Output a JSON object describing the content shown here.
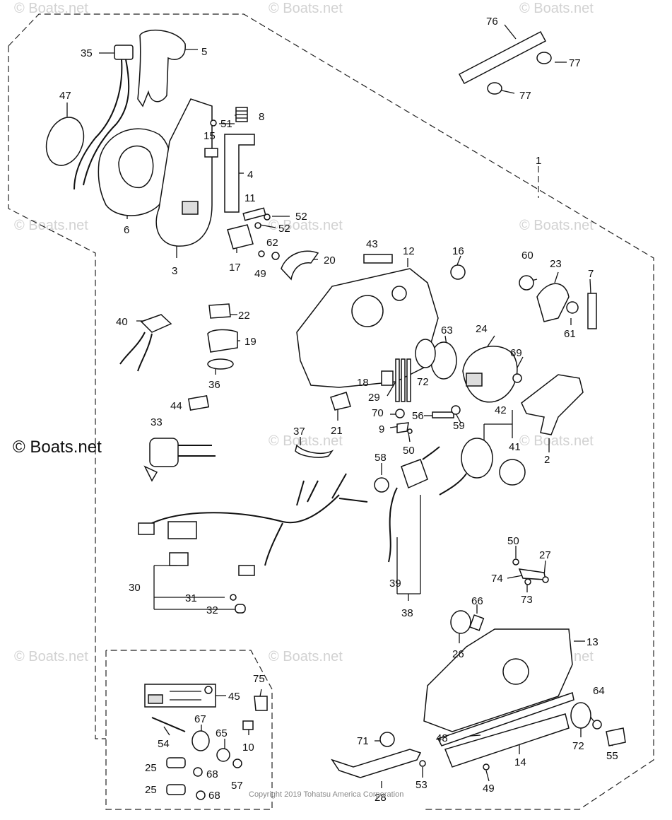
{
  "watermark": "© Boats.net",
  "copyright": "Copyright 2019 Tohatsu America Corporation",
  "label_box_icon": "manual-book-icon",
  "part_labels": [
    "1",
    "2",
    "3",
    "4",
    "5",
    "6",
    "7",
    "8",
    "9",
    "10",
    "11",
    "12",
    "13",
    "14",
    "15",
    "16",
    "17",
    "18",
    "19",
    "20",
    "21",
    "22",
    "23",
    "24",
    "25",
    "26",
    "27",
    "28",
    "29",
    "30",
    "31",
    "32",
    "33",
    "35",
    "36",
    "37",
    "38",
    "39",
    "40",
    "41",
    "42",
    "43",
    "44",
    "45",
    "47",
    "48",
    "49",
    "50",
    "51",
    "52",
    "53",
    "54",
    "55",
    "56",
    "57",
    "58",
    "59",
    "60",
    "61",
    "62",
    "63",
    "64",
    "65",
    "66",
    "67",
    "68",
    "69",
    "70",
    "71",
    "72",
    "73",
    "74",
    "75",
    "76",
    "77"
  ]
}
